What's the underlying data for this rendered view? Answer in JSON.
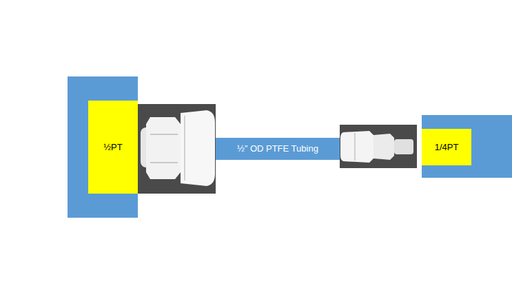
{
  "diagram": {
    "nodes": [
      {
        "text": [
          "½PT"
        ]
      },
      {
        "text": [
          "½” OD PTFE Tubing"
        ]
      },
      {
        "text": [
          "1/4PT"
        ]
      }
    ]
  }
}
